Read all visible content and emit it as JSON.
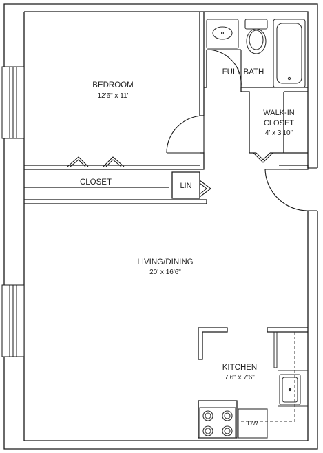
{
  "colors": {
    "wall": "#1a1a1a",
    "fixture": "#333333",
    "background": "#ffffff"
  },
  "rooms": {
    "bedroom": {
      "name": "BEDROOM",
      "dimensions": "12'6\" x 11'"
    },
    "full_bath": {
      "name": "FULL BATH"
    },
    "walk_in_closet": {
      "name_line1": "WALK-IN",
      "name_line2": "CLOSET",
      "dimensions": "4' x 3'10\""
    },
    "closet": {
      "name": "CLOSET"
    },
    "linen": {
      "name": "LIN"
    },
    "living_dining": {
      "name": "LIVING/DINING",
      "dimensions": "20' x 16'6\""
    },
    "kitchen": {
      "name": "KITCHEN",
      "dimensions": "7'6\" x 7'6\""
    }
  },
  "appliances": {
    "dishwasher": {
      "label": "DW"
    }
  }
}
